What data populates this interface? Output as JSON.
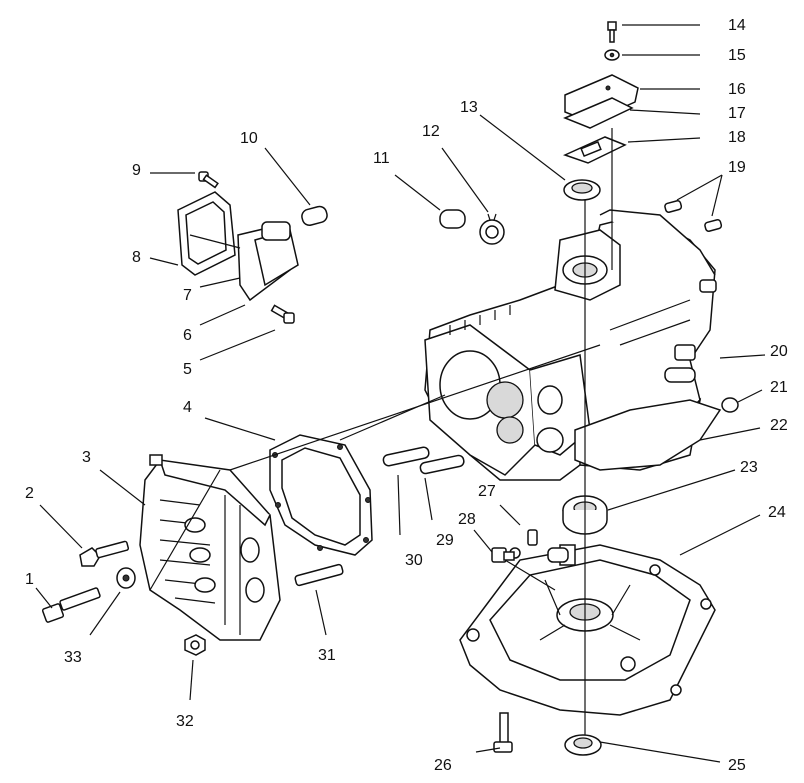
{
  "callouts": [
    {
      "id": "1",
      "label": "1"
    },
    {
      "id": "2",
      "label": "2"
    },
    {
      "id": "3",
      "label": "3"
    },
    {
      "id": "4",
      "label": "4"
    },
    {
      "id": "5",
      "label": "5"
    },
    {
      "id": "6",
      "label": "6"
    },
    {
      "id": "7",
      "label": "7"
    },
    {
      "id": "8",
      "label": "8"
    },
    {
      "id": "9",
      "label": "9"
    },
    {
      "id": "10",
      "label": "10"
    },
    {
      "id": "11",
      "label": "11"
    },
    {
      "id": "12",
      "label": "12"
    },
    {
      "id": "13",
      "label": "13"
    },
    {
      "id": "14",
      "label": "14"
    },
    {
      "id": "15",
      "label": "15"
    },
    {
      "id": "16",
      "label": "16"
    },
    {
      "id": "17",
      "label": "17"
    },
    {
      "id": "18",
      "label": "18"
    },
    {
      "id": "19",
      "label": "19"
    },
    {
      "id": "20",
      "label": "20"
    },
    {
      "id": "21",
      "label": "21"
    },
    {
      "id": "22",
      "label": "22"
    },
    {
      "id": "23",
      "label": "23"
    },
    {
      "id": "24",
      "label": "24"
    },
    {
      "id": "25",
      "label": "25"
    },
    {
      "id": "26",
      "label": "26"
    },
    {
      "id": "27",
      "label": "27"
    },
    {
      "id": "28",
      "label": "28"
    },
    {
      "id": "29",
      "label": "29"
    },
    {
      "id": "30",
      "label": "30"
    },
    {
      "id": "31",
      "label": "31"
    },
    {
      "id": "32",
      "label": "32"
    },
    {
      "id": "33",
      "label": "33"
    }
  ]
}
